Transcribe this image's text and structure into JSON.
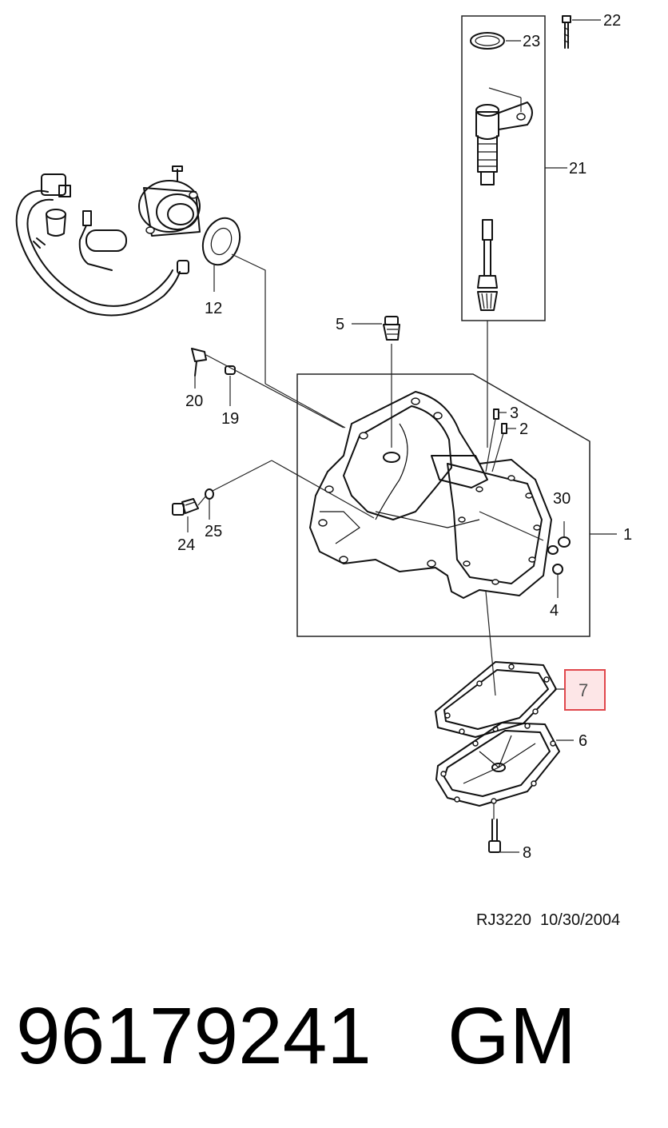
{
  "callouts": {
    "c1": "1",
    "c2": "2",
    "c3": "3",
    "c4": "4",
    "c5": "5",
    "c6": "6",
    "c7": "7",
    "c8": "8",
    "c12": "12",
    "c19": "19",
    "c20": "20",
    "c21": "21",
    "c22": "22",
    "c23": "23",
    "c24": "24",
    "c25": "25",
    "c30": "30"
  },
  "highlighted_callout": "7",
  "reference": "RJ3220  10/30/2004",
  "part_number": "96179241",
  "brand": "GM",
  "colors": {
    "highlight": "#e0474c",
    "highlight_fill": "#fde6e7",
    "line": "#111111"
  }
}
